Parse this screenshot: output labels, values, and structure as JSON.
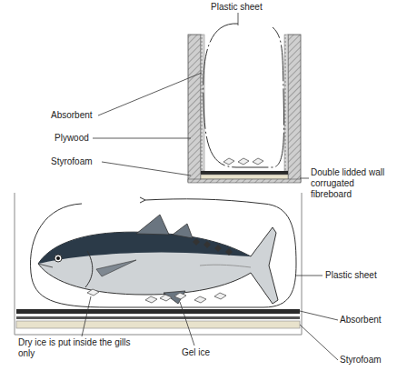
{
  "diagram": {
    "labels": [
      "Plastic sheet",
      "Absorbent",
      "Plywood",
      "Styrofoam",
      "Double lidded wall corrugated fibreboard",
      "Plastic sheet",
      "Absorbent",
      "Dry ice is put inside the gills only",
      "Gel ice",
      "Styrofoam"
    ]
  }
}
